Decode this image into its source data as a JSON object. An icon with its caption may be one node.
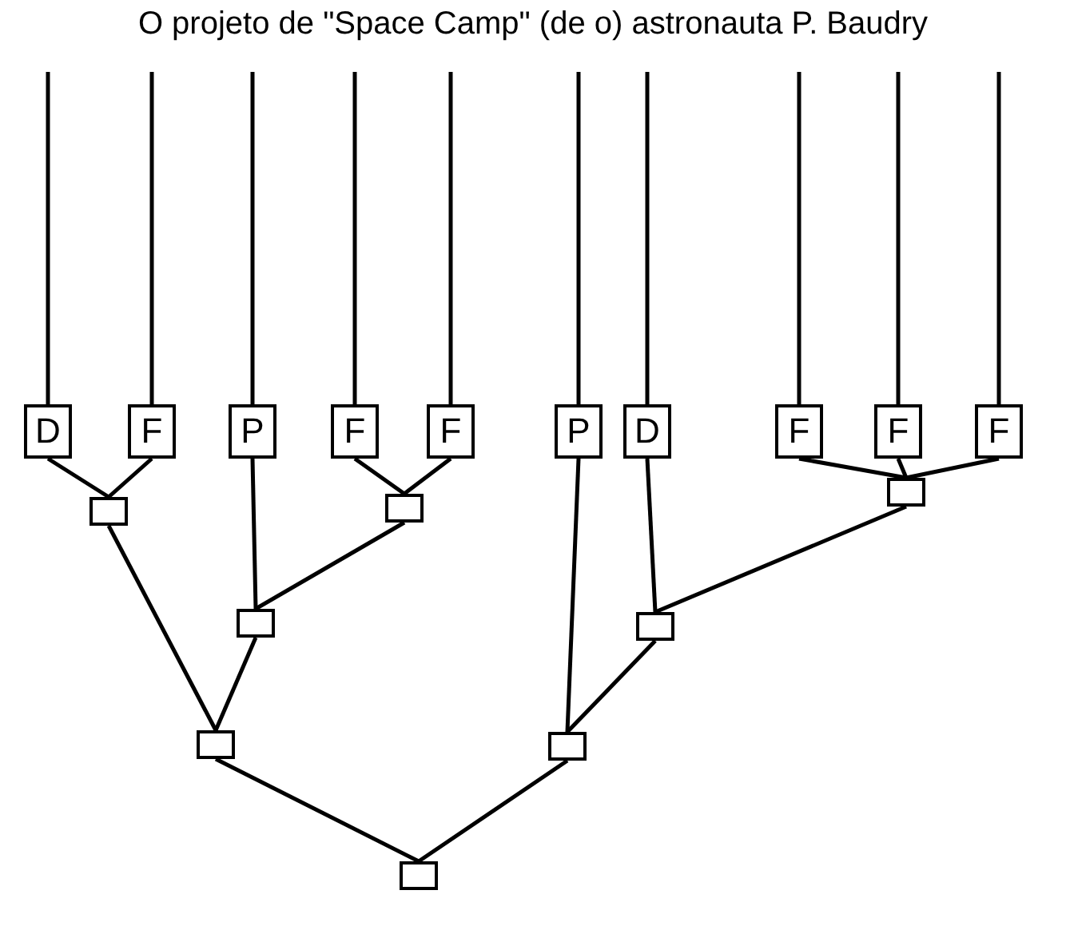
{
  "diagram": {
    "title": "O projeto de \"Space Camp\" (de o) astronauta P. Baudry",
    "nodes": [
      {
        "text": [
          "D"
        ]
      },
      {
        "text": [
          "F"
        ]
      },
      {
        "text": [
          "P"
        ]
      },
      {
        "text": [
          "F"
        ]
      },
      {
        "text": [
          "F"
        ]
      },
      {
        "text": [
          "P"
        ]
      },
      {
        "text": [
          "D"
        ]
      },
      {
        "text": [
          "F"
        ]
      },
      {
        "text": [
          "F"
        ]
      },
      {
        "text": [
          "F"
        ]
      },
      {
        "text": [],
        "shape": "box"
      },
      {
        "text": [],
        "shape": "box"
      },
      {
        "text": [],
        "shape": "box"
      },
      {
        "text": [],
        "shape": "box"
      },
      {
        "text": [],
        "shape": "box"
      },
      {
        "text": [],
        "shape": "box"
      },
      {
        "text": [],
        "shape": "box"
      },
      {
        "text": [],
        "shape": "box"
      }
    ],
    "edges": [
      {
        "from": null,
        "to": 0,
        "arrow": "none"
      },
      {
        "from": null,
        "to": 1,
        "arrow": "none"
      },
      {
        "from": null,
        "to": 2,
        "arrow": "none"
      },
      {
        "from": null,
        "to": 3,
        "arrow": "none"
      },
      {
        "from": null,
        "to": 4,
        "arrow": "none"
      },
      {
        "from": null,
        "to": 5,
        "arrow": "none"
      },
      {
        "from": null,
        "to": 6,
        "arrow": "none"
      },
      {
        "from": null,
        "to": 7,
        "arrow": "none"
      },
      {
        "from": null,
        "to": 8,
        "arrow": "none"
      },
      {
        "from": null,
        "to": 9,
        "arrow": "none"
      },
      {
        "from": 0,
        "to": 10,
        "arrow": "none"
      },
      {
        "from": 1,
        "to": 10,
        "arrow": "none"
      },
      {
        "from": 3,
        "to": 11,
        "arrow": "none"
      },
      {
        "from": 4,
        "to": 11,
        "arrow": "none"
      },
      {
        "from": 7,
        "to": 12,
        "arrow": "none"
      },
      {
        "from": 8,
        "to": 12,
        "arrow": "none"
      },
      {
        "from": 9,
        "to": 12,
        "arrow": "none"
      },
      {
        "from": 2,
        "to": 13,
        "arrow": "none"
      },
      {
        "from": 11,
        "to": 13,
        "arrow": "none"
      },
      {
        "from": 6,
        "to": 14,
        "arrow": "none"
      },
      {
        "from": 12,
        "to": 14,
        "arrow": "none"
      },
      {
        "from": 10,
        "to": 15,
        "arrow": "none"
      },
      {
        "from": 13,
        "to": 15,
        "arrow": "none"
      },
      {
        "from": 5,
        "to": 16,
        "arrow": "none"
      },
      {
        "from": 14,
        "to": 16,
        "arrow": "none"
      },
      {
        "from": 15,
        "to": 17,
        "arrow": "none"
      },
      {
        "from": 16,
        "to": 17,
        "arrow": "none"
      }
    ]
  }
}
